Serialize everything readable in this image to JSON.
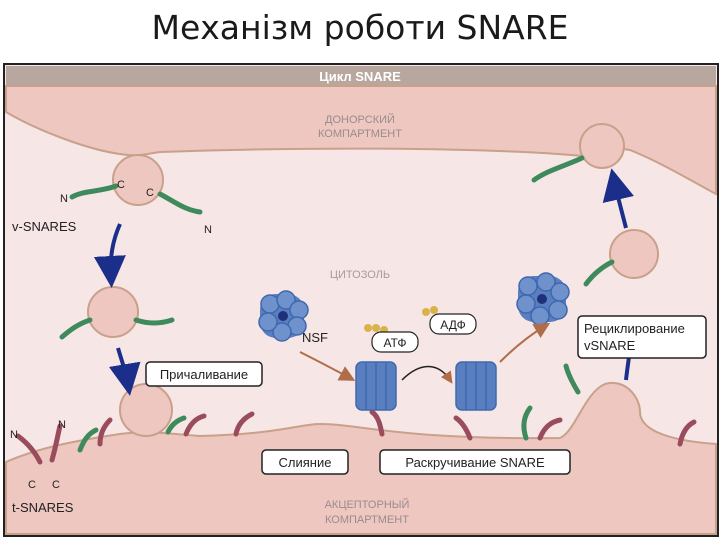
{
  "title": "Механізм роботи SNARE",
  "figure": {
    "header": "Цикл SNARE",
    "donor_line1": "ДОНОРСКИЙ",
    "donor_line2": "КОМПАРТМЕНТ",
    "cytosol": "ЦИТОЗОЛЬ",
    "acceptor_line1": "АКЦЕПТОРНЫЙ",
    "acceptor_line2": "КОМПАРТМЕНТ",
    "v_snares": "v-SNARES",
    "t_snares": "t-SNARES",
    "n": "N",
    "c": "C",
    "nsf": "NSF",
    "atp": "АТФ",
    "adp": "АДФ",
    "docking": "Причаливание",
    "fusion": "Слияние",
    "unwinding": "Раскручивание SNARE",
    "recycling_line1": "Рециклирование",
    "recycling_line2": "vSNARE"
  },
  "colors": {
    "background": "#f6e6e6",
    "membrane": "#eec7c1",
    "membrane_edge": "#c9a08a",
    "header_bar": "#b7a79e",
    "v_snare": "#3f8a5c",
    "t_snare": "#9a4c5c",
    "nsf": "#3f68ad",
    "arrow_blue": "#1a2e8a",
    "arrow_brown": "#b06d4a",
    "atp_ball": "#d9b34a"
  }
}
